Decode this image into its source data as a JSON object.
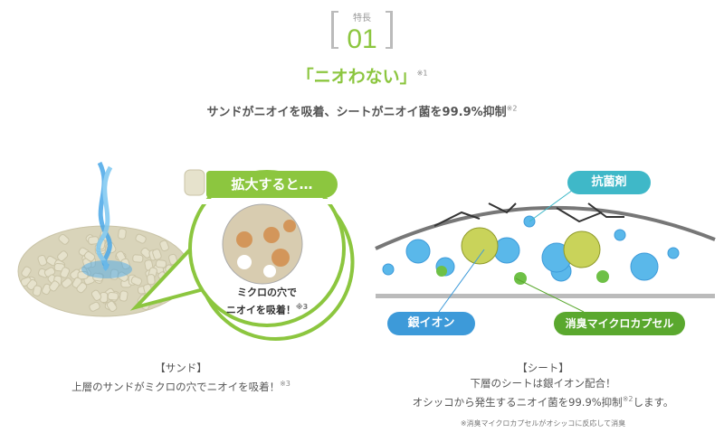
{
  "header": {
    "feature_label": "特長",
    "feature_number": "01",
    "title": "「ニオわない」",
    "title_note": "※1",
    "subtitle": "サンドがニオイを吸着、シートがニオイ菌を99.9%抑制",
    "subtitle_note": "※2"
  },
  "sand_panel": {
    "zoom_tab": "拡大すると…",
    "bubble_line1": "ミクロの穴で",
    "bubble_line2": "ニオイを吸着！",
    "bubble_note": "※3",
    "caption_title": "【サンド】",
    "caption_text": "上層のサンドがミクロの穴でニオイを吸着！",
    "caption_note": "※3"
  },
  "sheet_panel": {
    "label_antibacterial": "抗菌剤",
    "label_silver_ion": "銀イオン",
    "label_capsule": "消臭マイクロカプセル",
    "caption_title": "【シート】",
    "caption_line1": "下層のシートは銀イオン配合！",
    "caption_line2a": "オシッコから発生するニオイ菌を99.9%抑制",
    "caption_note": "※2",
    "caption_line2b": "します。",
    "footnote": "※消臭マイクロカプセルがオシッコに反応して消臭"
  },
  "colors": {
    "green": "#8cc63f",
    "teal": "#3fb8c8",
    "blue": "#3d9ad9",
    "dark_green": "#5aa82e"
  }
}
